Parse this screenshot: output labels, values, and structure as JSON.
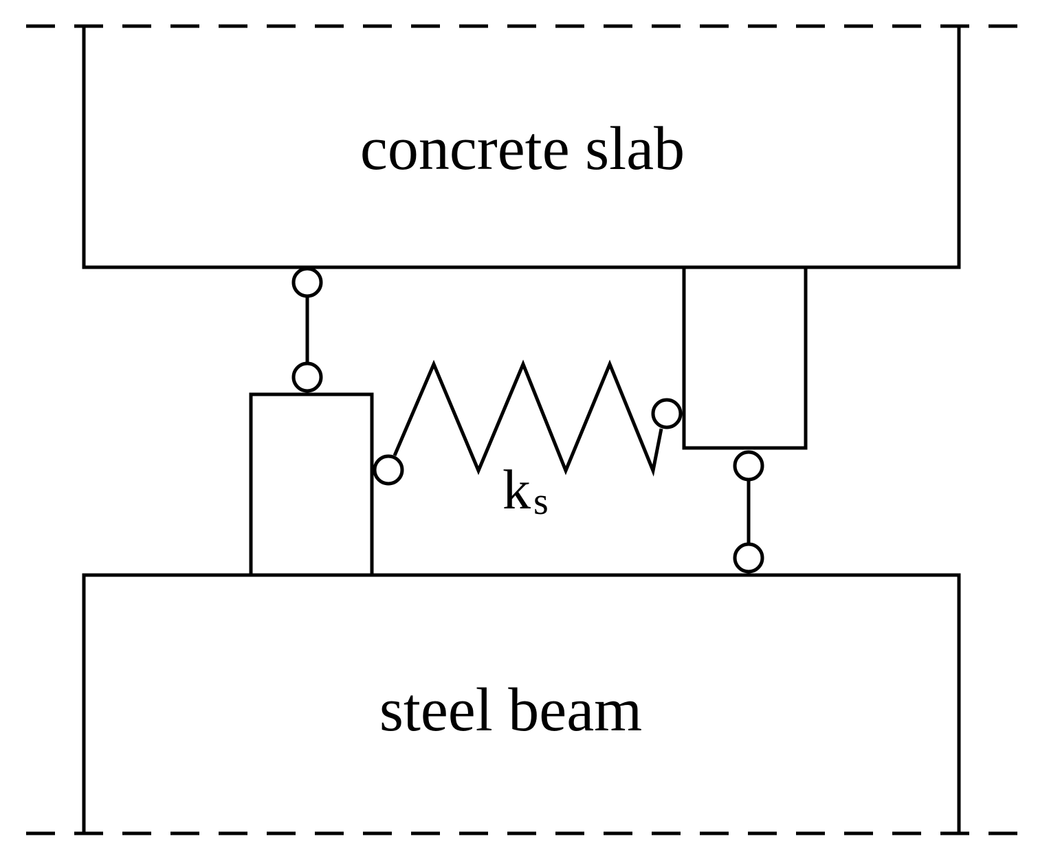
{
  "labels": {
    "concrete_slab": "concrete slab",
    "steel_beam": "steel beam",
    "spring_symbol": "k",
    "spring_subscript": "s"
  },
  "colors": {
    "line": "#000000",
    "background": "#ffffff"
  }
}
